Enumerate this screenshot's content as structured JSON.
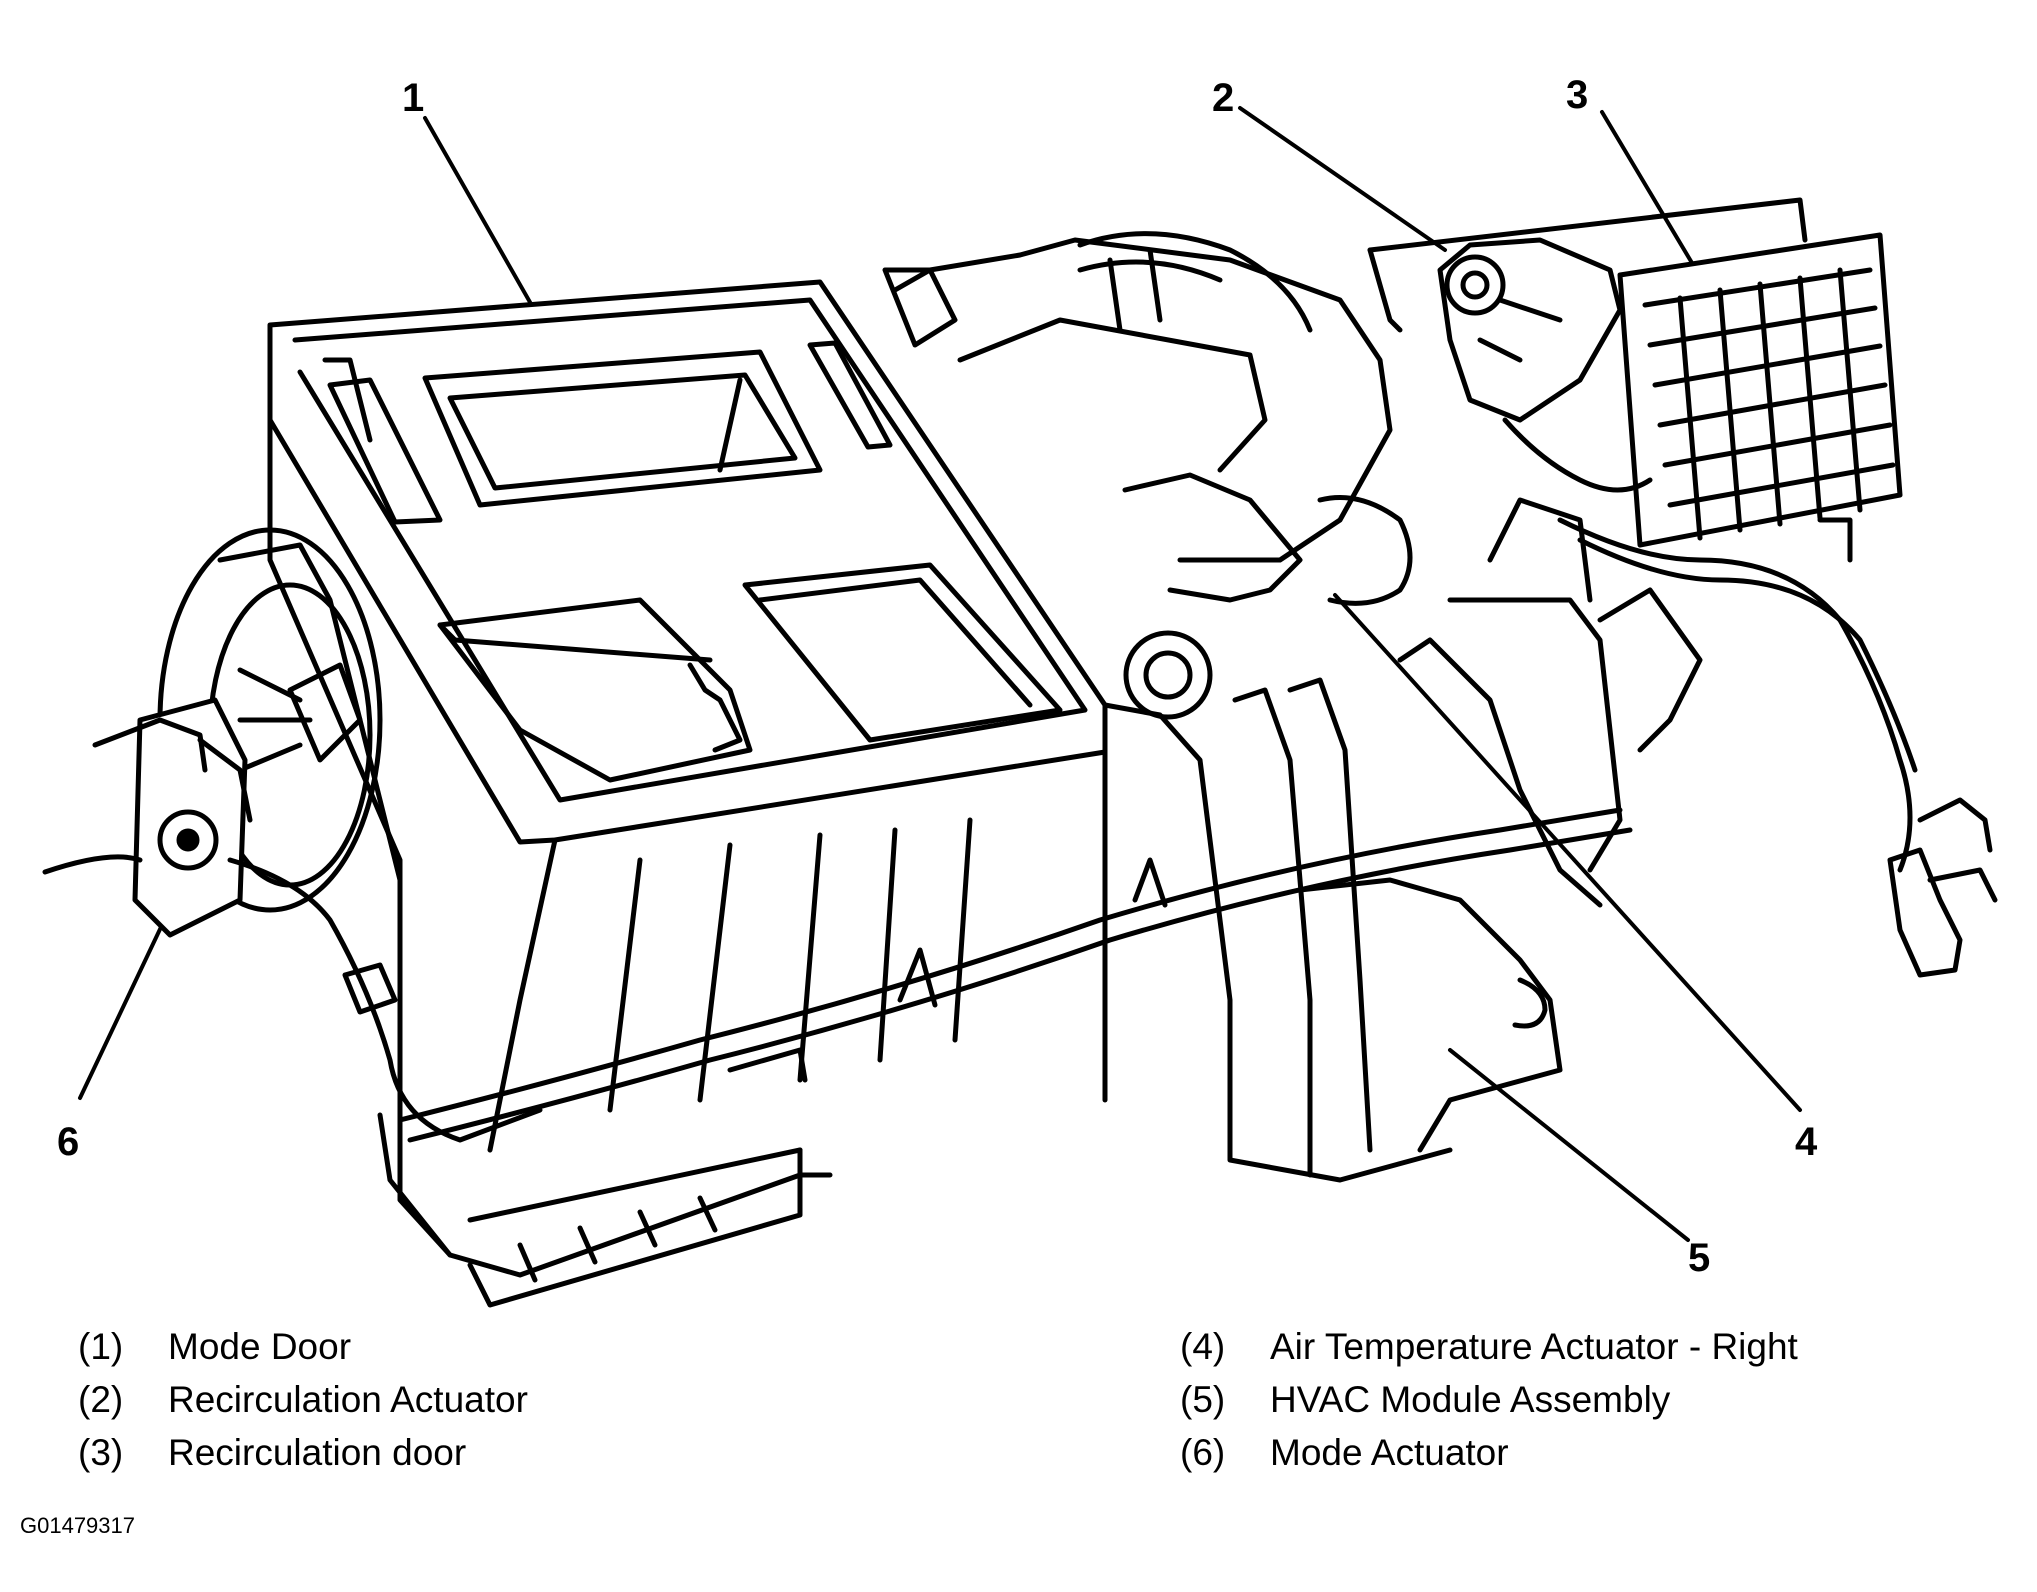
{
  "callouts": [
    "1",
    "2",
    "3",
    "4",
    "5",
    "6"
  ],
  "legend_left": [
    {
      "num": "(1)",
      "label": "Mode Door"
    },
    {
      "num": "(2)",
      "label": "Recirculation Actuator"
    },
    {
      "num": "(3)",
      "label": "Recirculation door"
    }
  ],
  "legend_right": [
    {
      "num": "(4)",
      "label": "Air Temperature Actuator - Right"
    },
    {
      "num": "(5)",
      "label": "HVAC Module Assembly"
    },
    {
      "num": "(6)",
      "label": "Mode Actuator"
    }
  ],
  "figure_code": "G01479317"
}
